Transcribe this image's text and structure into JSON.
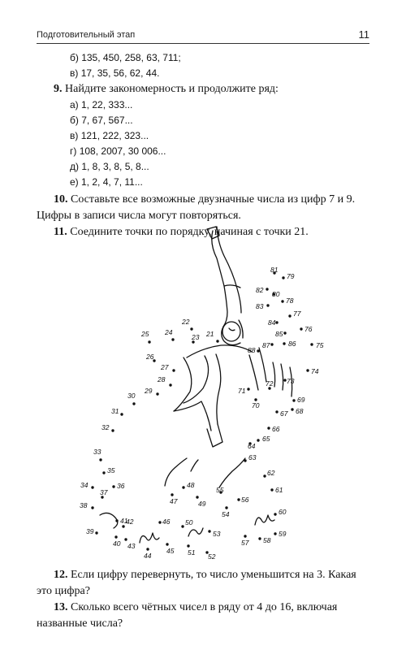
{
  "header": {
    "section": "Подготовительный этап",
    "page_number": "11"
  },
  "carry_over": [
    "б) 135, 450, 258, 63, 711;",
    "в) 17, 35, 56, 62, 44."
  ],
  "task9": {
    "number": "9.",
    "text": "Найдите закономерность и продолжите ряд:",
    "items": [
      "а) 1, 22, 333...",
      "б) 7, 67, 567...",
      "в) 121, 222, 323...",
      "г) 108, 2007, 30 006...",
      "д) 1, 8, 3, 8, 5, 8...",
      "е) 1, 2, 4, 7, 11..."
    ]
  },
  "task10": {
    "number": "10.",
    "line1": "Составьте все возможные двузначные числа из цифр 7 и 9.",
    "line2": "Цифры в записи числа могут повторяться."
  },
  "task11": {
    "number": "11.",
    "text": "Соедините точки по порядку, начиная с точки 21."
  },
  "dots": [
    "21",
    "22",
    "23",
    "24",
    "25",
    "26",
    "27",
    "28",
    "29",
    "30",
    "31",
    "32",
    "33",
    "34",
    "35",
    "36",
    "37",
    "38",
    "39",
    "40",
    "41",
    "42",
    "43",
    "44",
    "45",
    "46",
    "47",
    "48",
    "49",
    "50",
    "51",
    "52",
    "53",
    "54",
    "55",
    "56",
    "57",
    "58",
    "59",
    "60",
    "61",
    "62",
    "63",
    "64",
    "65",
    "66",
    "67",
    "68",
    "69",
    "70",
    "71",
    "72",
    "73",
    "74",
    "75",
    "76",
    "77",
    "78",
    "79",
    "80",
    "81",
    "82",
    "83",
    "84",
    "85",
    "86",
    "87",
    "88"
  ],
  "task12": {
    "number": "12.",
    "line1": "Если цифру перевернуть, то число уменьшится на 3. Какая",
    "line2": "это цифра?"
  },
  "task13": {
    "number": "13.",
    "line1": "Сколько всего чётных чисел в ряду от 4 до 16, включая",
    "line2": "названные числа?"
  }
}
